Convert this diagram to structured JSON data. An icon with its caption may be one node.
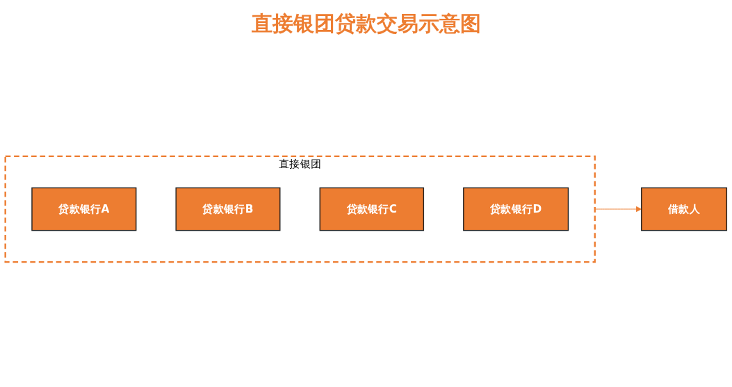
{
  "diagram": {
    "title": "直接银团贷款交易示意图",
    "nodes": [
      {
        "text": [
          "直接银团"
        ]
      },
      {
        "text": [
          "贷款银行A"
        ],
        "in": 0
      },
      {
        "text": [
          "贷款银行B"
        ],
        "in": 0
      },
      {
        "text": [
          "贷款银行C"
        ],
        "in": 0
      },
      {
        "text": [
          "贷款银行D"
        ],
        "in": 0
      },
      {
        "text": [
          "借款人"
        ]
      }
    ],
    "edges": [
      {
        "from": 0,
        "to": 5,
        "arrow": "to",
        "color": "#ed7d31"
      }
    ]
  }
}
